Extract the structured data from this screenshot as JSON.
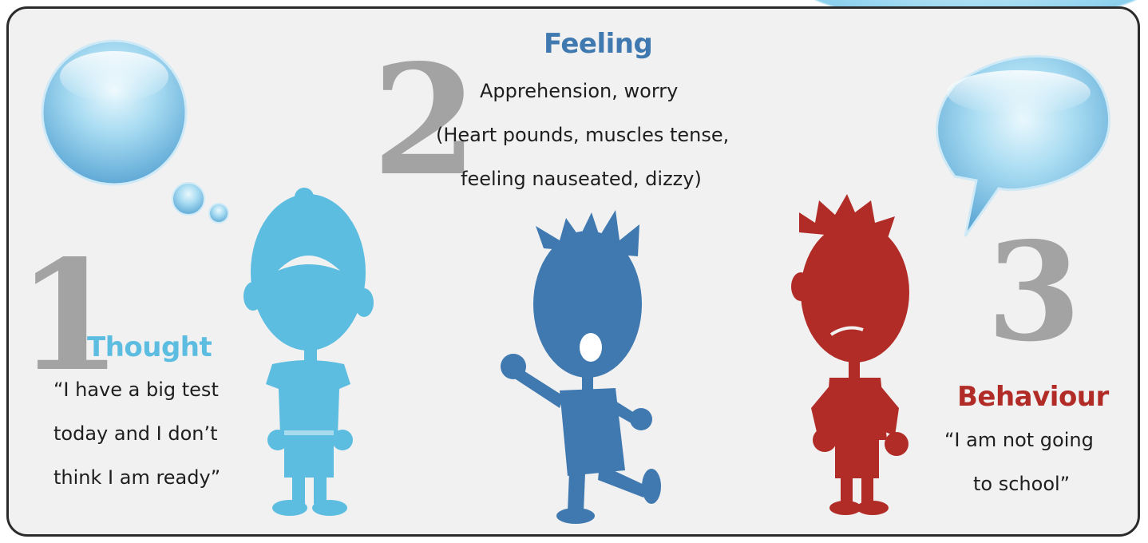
{
  "feeling": {
    "number": "2",
    "title": "Feeling",
    "lines": [
      "Apprehension, worry",
      "(Heart pounds, muscles tense,",
      "feeling nauseated, dizzy)"
    ]
  },
  "thought": {
    "number": "1",
    "title": "Thought",
    "lines": [
      "“I have a big test",
      "today and I don’t",
      "think I am ready”"
    ]
  },
  "behaviour": {
    "number": "3",
    "title": "Behaviour",
    "lines": [
      "“I am not going",
      "to school”"
    ]
  },
  "colors": {
    "thought": "#5cbde0",
    "feeling": "#3f79b0",
    "behaviour": "#b22c27",
    "number_gray": "#a3a3a3",
    "panel_bg": "#f1f1f2"
  }
}
